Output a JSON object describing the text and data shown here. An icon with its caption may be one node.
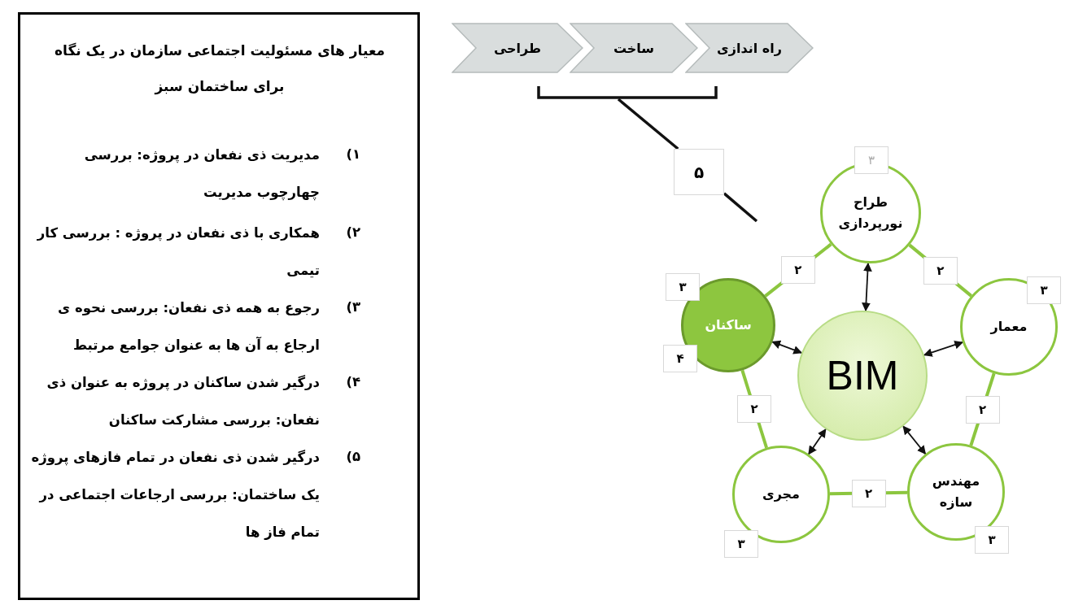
{
  "diagram": {
    "nodes": [
      {
        "text": [
          "معیار های مسئولیت اجتماعی سازمان در یک نگاه برای ساختمان سبز",
          "مدیریت ذی نفعان در پروژه: بررسی چهارچوب مدیریت",
          "همکاری با ذی نفعان در پروژه : بررسی کار تیمی",
          "رجوع به همه ذی نفعان: بررسی نحوه ی ارجاع به آن ها به عنوان جوامع مرتبط",
          "درگیر شدن ساکنان در پروژه به عنوان ذی نفعان: بررسی مشارکت ساکنان",
          "درگیر شدن ذی نفعان در تمام فازهای پروژه یک ساختمان: بررسی ارجاعات اجتماعی در تمام فاز ها"
        ]
      },
      {
        "text": [
          "طراحی"
        ]
      },
      {
        "text": [
          "ساخت"
        ]
      },
      {
        "text": [
          "راه اندازی"
        ]
      },
      {
        "text": [
          "۵"
        ]
      },
      {
        "text": [
          "طراح نورپردازی"
        ]
      },
      {
        "text": [
          "معمار"
        ]
      },
      {
        "text": [
          "مهندس سازه"
        ]
      },
      {
        "text": [
          "مجری"
        ]
      },
      {
        "text": [
          "ساکنان"
        ]
      },
      {
        "text": [
          "BIM"
        ]
      },
      {
        "text": [],
        "shape": "bracket"
      }
    ],
    "edges": [
      {
        "from": 11,
        "to": 4,
        "arrow": "none"
      },
      {
        "from": 4,
        "to": null,
        "arrow": "none"
      },
      {
        "from": 5,
        "to": 6,
        "arrow": "none",
        "label": "۲",
        "color": "#8cc63f"
      },
      {
        "from": 6,
        "to": 7,
        "arrow": "none",
        "label": "۲",
        "color": "#8cc63f"
      },
      {
        "from": 7,
        "to": 8,
        "arrow": "none",
        "label": "۲",
        "color": "#8cc63f"
      },
      {
        "from": 8,
        "to": 9,
        "arrow": "none",
        "label": "۲",
        "color": "#8cc63f"
      },
      {
        "from": 9,
        "to": 5,
        "arrow": "none",
        "label": "۲",
        "color": "#8cc63f"
      },
      {
        "from": 10,
        "to": 5,
        "arrow": "both"
      },
      {
        "from": 10,
        "to": 6,
        "arrow": "both"
      },
      {
        "from": 10,
        "to": 7,
        "arrow": "both"
      },
      {
        "from": 10,
        "to": 8,
        "arrow": "both"
      },
      {
        "from": 10,
        "to": 9,
        "arrow": "both"
      }
    ],
    "labels": [
      "۱)",
      "۲)",
      "۳)",
      "۴)",
      "۵)",
      "۳",
      "۳",
      "۳",
      "۴",
      "۳",
      "۳"
    ]
  }
}
